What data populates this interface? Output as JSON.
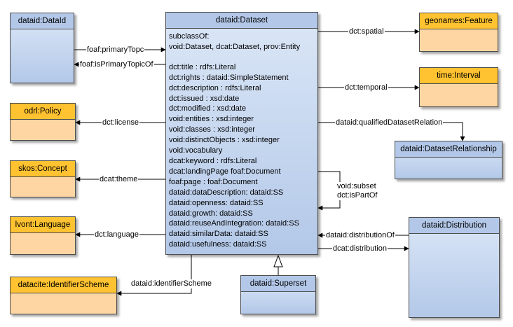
{
  "classes": {
    "dataid_dataid": "dataid:DataId",
    "dataset": "dataid:Dataset",
    "geonames_feature": "geonames:Feature",
    "time_interval": "time:Interval",
    "odrl_policy": "odrl:Policy",
    "dataset_relationship": "dataid:DatasetRelationship",
    "skos_concept": "skos:Concept",
    "lvont_language": "lvont:Language",
    "distribution": "dataid:Distribution",
    "datacite_scheme": "datacite:IdentifierScheme",
    "superset": "dataid:Superset"
  },
  "dataset_body": {
    "subclass_heading": "subclassOf:",
    "subclass_values": "void:Dataset, dcat:Dataset, prov:Entity",
    "properties": [
      "dct:title : rdfs:Literal",
      "dct:rights : dataid:SimpleStatement",
      "dct:description : rdfs:Literal",
      "dct:issued : xsd:date",
      "dct:modified : xsd:date",
      "void:entities : xsd:integer",
      "void:classes : xsd:integer",
      "void:distinctObjects : xsd:integer",
      "void:vocabulary",
      "dcat:keyword : rdfs:Literal",
      "dcat:landingPage foaf:Document",
      "foaf:page : foaf:Document",
      "dataid:dataDescription: dataid:SS",
      "dataid:openness: dataid:SS",
      "dataid:growth: dataid:SS",
      "dataid:reuseAndIntegration: dataid:SS",
      "dataid:similarData: dataid:SS",
      "dataid:usefulness: dataid:SS"
    ]
  },
  "relations": {
    "primary_topic": "foaf:primaryTopc",
    "is_primary_topic_of": "foaf:isPrimaryTopicOf",
    "spatial": "dct:spatial",
    "temporal": "dct:temporal",
    "license": "dct:license",
    "qualified_relation": "dataid:qualifiedDatasetRelation",
    "theme": "dcat:theme",
    "subset": "void:subset",
    "is_part_of": "dct:isPartOf",
    "language": "dct:language",
    "distribution_of": "dataid:distributionOf",
    "distribution": "dcat:distribution",
    "identifier_scheme": "dataid:identifierScheme"
  },
  "colors": {
    "blue_header": "#b3c8e8",
    "blue_body": "#dbe7f7",
    "orange_header": "#ffc230",
    "orange_body": "#fdd6a3",
    "line": "#000000"
  }
}
